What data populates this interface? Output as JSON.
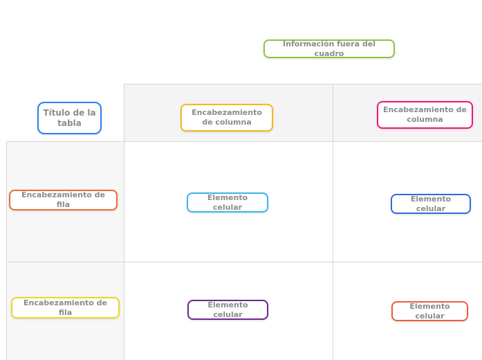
{
  "canvas": {
    "background": "#ffffff",
    "grid_line_color": "#d6d6d6",
    "header_row_bg": "#f4f4f4",
    "row_header_col_bg": "#f7f7f7",
    "node_text_color": "#8b8b8b",
    "node_fill": "#ffffff"
  },
  "nodes": {
    "outside_info": {
      "label": "Información fuera del cuadro",
      "color": "#8dc63f"
    },
    "table_title": {
      "label": "Título de la tabla",
      "color": "#2d7ff0"
    },
    "col_header_1": {
      "label": "Encabezamiento de columna",
      "color": "#f5b81d"
    },
    "col_header_2": {
      "label": "Encabezamiento de columna",
      "color": "#f5127e"
    },
    "row_header_1": {
      "label": "Encabezamiento de fila",
      "color": "#ed6a3f"
    },
    "cell_1": {
      "label": "Elemento celular",
      "color": "#3ab5f1"
    },
    "cell_2": {
      "label": "Elemento celular",
      "color": "#2e6be4"
    },
    "row_header_2": {
      "label": "Encabezamiento de fila",
      "color": "#e9d922"
    },
    "cell_3": {
      "label": "Elemento celular",
      "color": "#70268f"
    },
    "cell_4": {
      "label": "Elemento celular",
      "color": "#ef5b3e"
    }
  }
}
